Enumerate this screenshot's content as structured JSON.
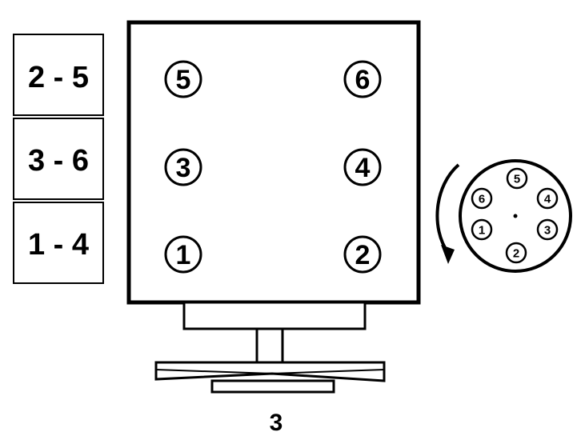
{
  "cylinder_pairs": [
    {
      "label": "2 - 5"
    },
    {
      "label": "3 - 6"
    },
    {
      "label": "1 - 4"
    }
  ],
  "engine_block": {
    "cylinders": [
      {
        "label": "5"
      },
      {
        "label": "6"
      },
      {
        "label": "3"
      },
      {
        "label": "4"
      },
      {
        "label": "1"
      },
      {
        "label": "2"
      }
    ]
  },
  "distributor_cap": {
    "terminals": [
      {
        "label": "5"
      },
      {
        "label": "4"
      },
      {
        "label": "3"
      },
      {
        "label": "2"
      },
      {
        "label": "1"
      },
      {
        "label": "6"
      }
    ],
    "rotation": "counterclockwise"
  },
  "figure_number": "3"
}
